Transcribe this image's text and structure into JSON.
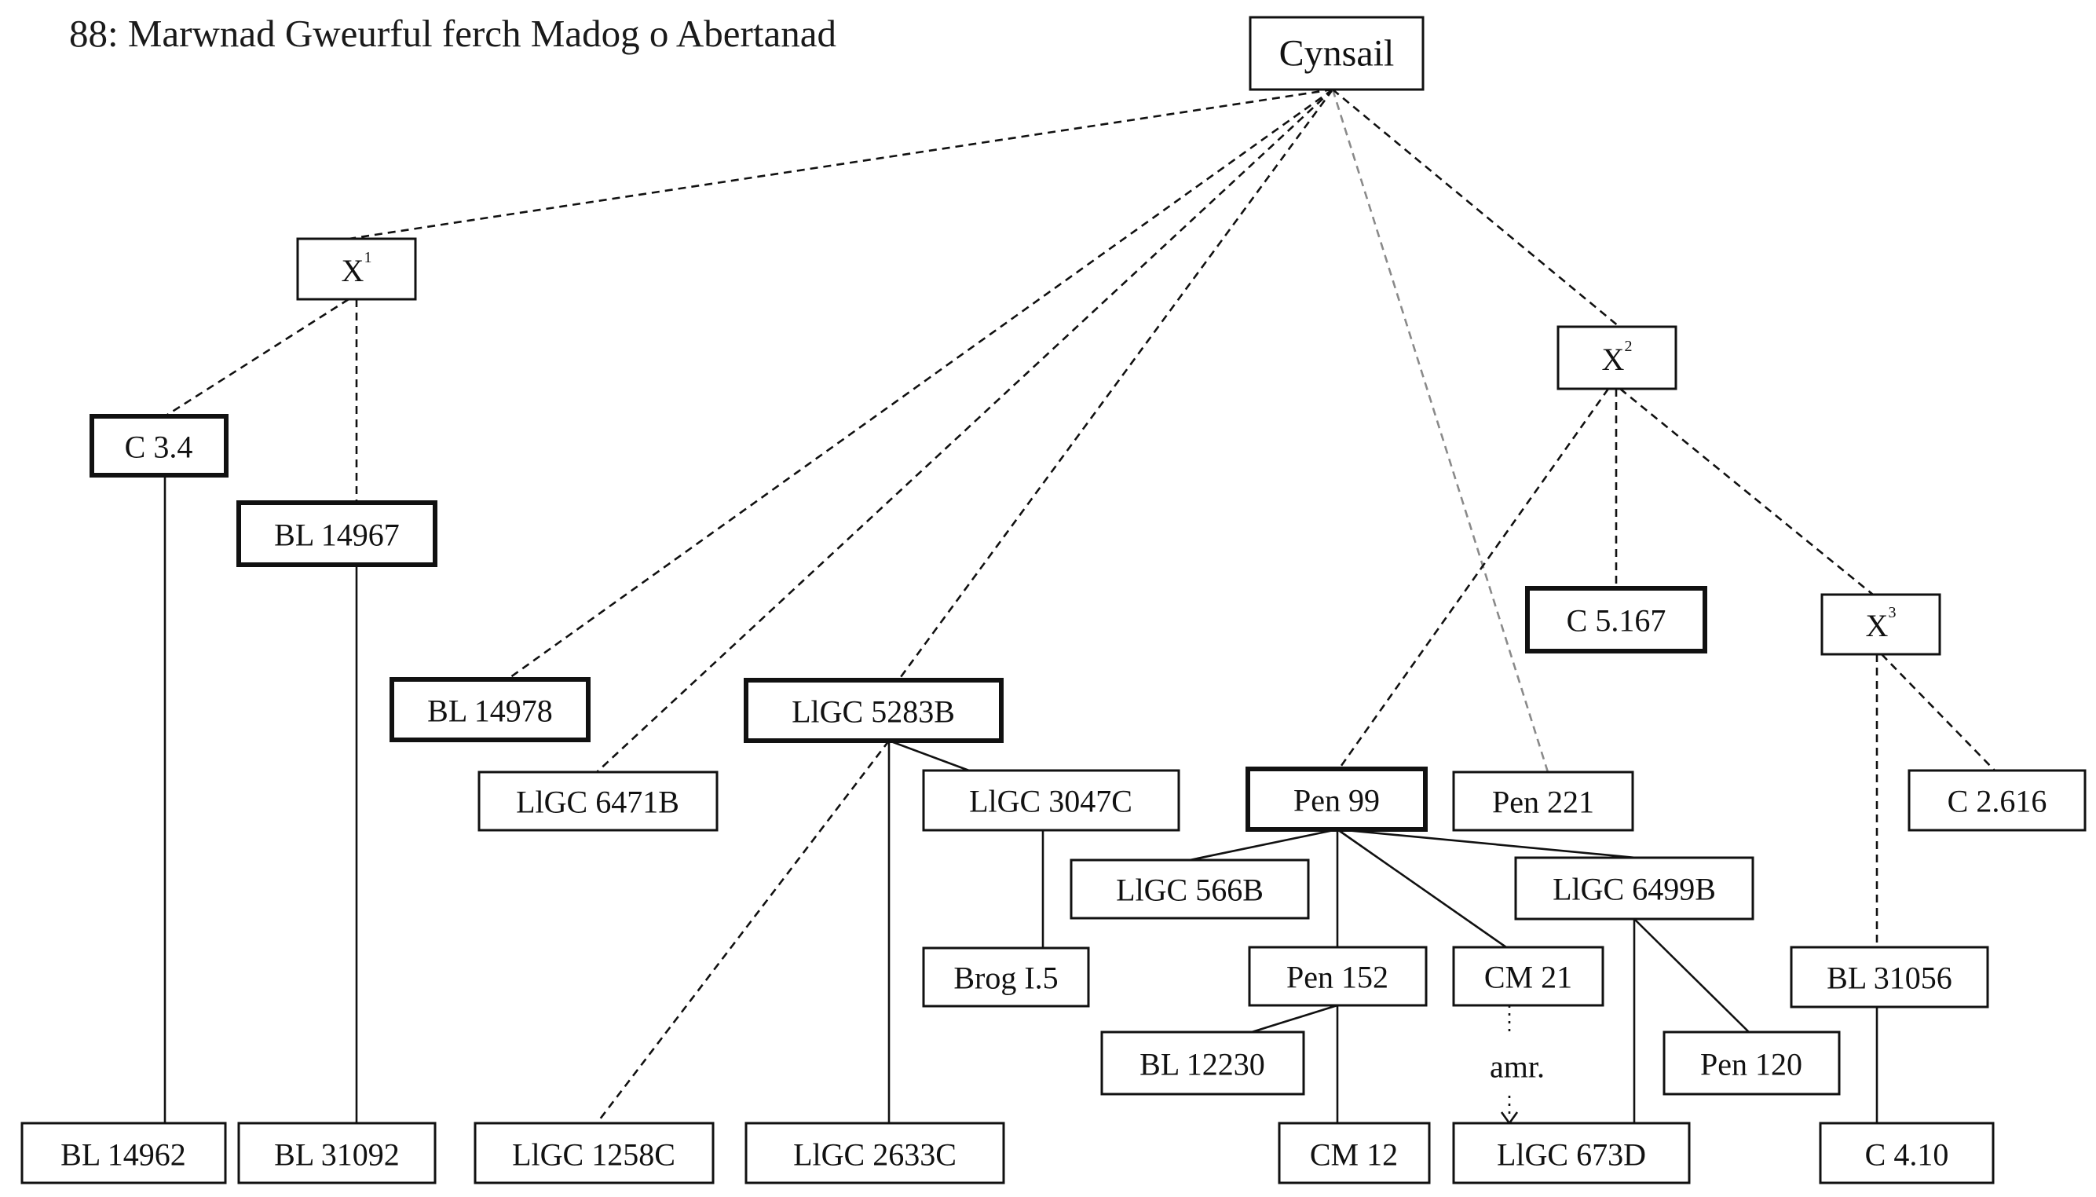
{
  "title": "88: Marwnad Gweurful ferch Madog o Abertanad",
  "nodes": {
    "cynsail": "Cynsail",
    "x1": "X",
    "x1_sup": "1",
    "x2": "X",
    "x2_sup": "2",
    "x3": "X",
    "x3_sup": "3",
    "c34": "C 3.4",
    "bl14967": "BL 14967",
    "bl14978": "BL 14978",
    "llgc6471b": "LlGC 6471B",
    "llgc5283b": "LlGC 5283B",
    "llgc3047c": "LlGC 3047C",
    "brog": "Brog I.5",
    "pen99": "Pen 99",
    "pen221": "Pen 221",
    "c5167": "C 5.167",
    "c2616": "C 2.616",
    "llgc566b": "LlGC 566B",
    "llgc6499b": "LlGC 6499B",
    "pen152": "Pen 152",
    "cm21": "CM 21",
    "bl31056": "BL 31056",
    "bl12230": "BL 12230",
    "pen120": "Pen 120",
    "amr": "amr.",
    "bl14962": "BL 14962",
    "bl31092": "BL 31092",
    "llgc1258c": "LlGC 1258C",
    "llgc2633c": "LlGC 2633C",
    "cm12": "CM 12",
    "llgc673d": "LlGC 673D",
    "c410": "C 4.10"
  }
}
